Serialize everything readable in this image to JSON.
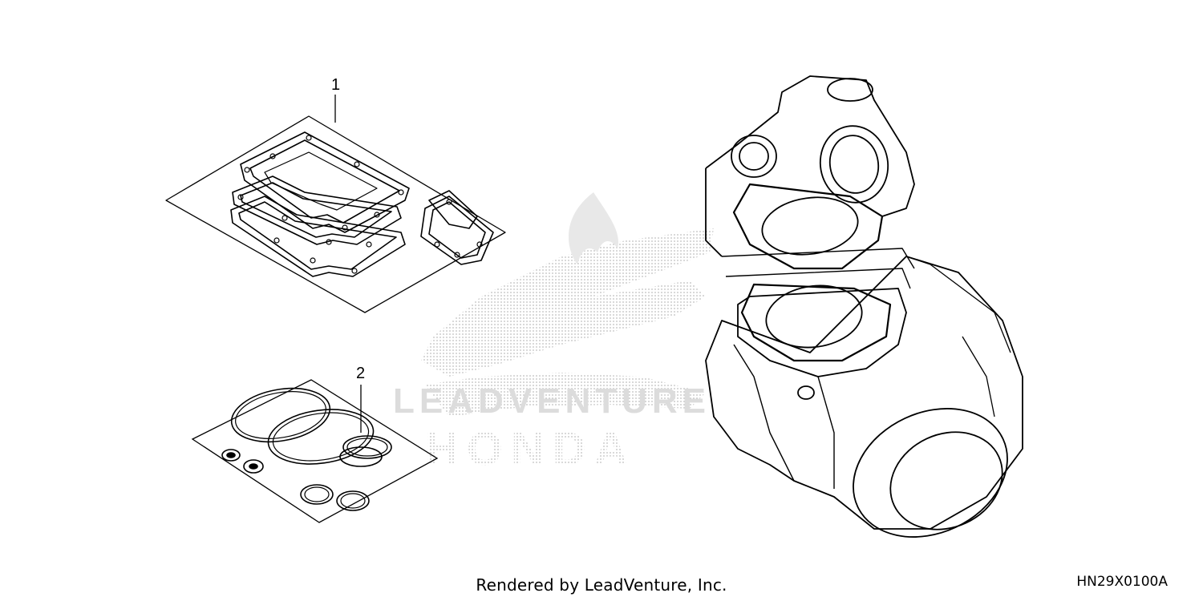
{
  "callouts": [
    {
      "number": "1"
    },
    {
      "number": "2"
    }
  ],
  "watermark": {
    "upper_text": "LEADVENTURE",
    "brand_text": "HONDA"
  },
  "footer": {
    "credit": "Rendered by LeadVenture, Inc.",
    "diagram_code": "HN29X0100A"
  },
  "colors": {
    "line": "#000000",
    "watermark": "#cfcfcf",
    "background": "#ffffff"
  }
}
